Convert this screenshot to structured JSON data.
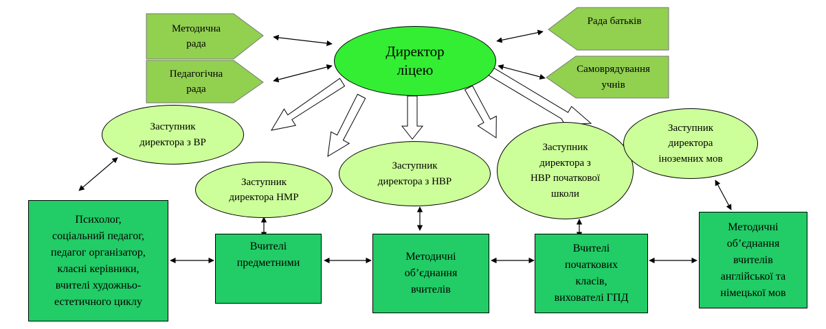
{
  "colors": {
    "director_fill": "#33ee33",
    "ellipse_fill": "#ccff99",
    "box_fill": "#22cc66",
    "pentagon_fill": "#92d050",
    "outline": "#000000"
  },
  "director": {
    "label": "Директор\nліцею"
  },
  "councils": {
    "methodical": "Методична\nрада",
    "pedagogical": "Педагогічна\nрада",
    "parents": "Рада батьків",
    "students": "Самоврядування\nучнів"
  },
  "deputies": {
    "vr": "Заступник\nдиректора з ВР",
    "nmr": "Заступник\nдиректора НМР",
    "nvr": "Заступник\nдиректора з НВР",
    "nvr_primary": "Заступник\nдиректора з\nНВР початкової\nшколи",
    "foreign": "Заступник\nдиректора\nіноземних мов"
  },
  "staff": {
    "psychologist": "Психолог,\nсоціальний педагог,\nпедагог організатор,\nкласні керівники,\nвчителі  художньо-\nестетичного циклу",
    "subject_teachers": "Вчителі\nпредметними",
    "method_associations": "Методичні\nоб’єднання\nвчителів",
    "primary_teachers": "Вчителі\nпочаткових\nкласів,\nвихователі ГПД",
    "language_associations": "Методичні\nоб’єднання\nвчителів\nанглійської та\nнімецької мов"
  }
}
